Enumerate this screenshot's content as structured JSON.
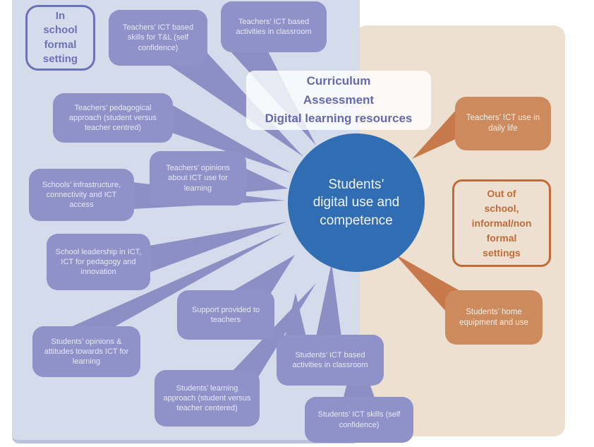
{
  "diagram": {
    "title_hint": "Factors around students' digital use and competence",
    "center_node": {
      "label": "Students’\ndigital use and\ncompetence"
    },
    "curriculum_note": {
      "label": "Curriculum\nAssessment\nDigital learning resources"
    },
    "zones": {
      "in_school": {
        "label": "In\nschool\nformal\nsetting"
      },
      "out_of_school": {
        "label": "Out of\nschool,\ninformal/non\nformal\nsettings"
      }
    },
    "school_factors": [
      {
        "label": "Teachers’ ICT based skills for T&L (self confidence)"
      },
      {
        "label": "Teachers’ ICT based activities in classroom"
      },
      {
        "label": "Teachers’ pedagogical approach (student versus teacher centred)"
      },
      {
        "label": "Teachers’ opinions about ICT use for learning"
      },
      {
        "label": "Schools’ infrastructure, connectivity and ICT access"
      },
      {
        "label": "School leadership in ICT, ICT for pedagogy and innovation"
      },
      {
        "label": "Support provided to teachers"
      },
      {
        "label": "Students’ opinions & attitudes towards ICT for learning"
      },
      {
        "label": "Students’ learning approach (student versus teacher centered)"
      },
      {
        "label": "Students’ ICT based activities in classroom"
      },
      {
        "label": "Students’ ICT skills (self confidence)"
      }
    ],
    "out_of_school_factors": [
      {
        "label": "Teachers’ ICT use in daily life"
      },
      {
        "label": "Students’ home equipment and use"
      }
    ],
    "colors": {
      "panel_in_school": "#d4dcec",
      "panel_out_of_school": "#eee0d0",
      "node_purple": "#8e92c8",
      "node_orange": "#cd8a5d",
      "connector_purple": "#8b8fc4",
      "connector_orange": "#c8794c",
      "center_blue": "#306db3",
      "accent_purple": "#6d72b7",
      "accent_orange": "#c06b38"
    }
  }
}
